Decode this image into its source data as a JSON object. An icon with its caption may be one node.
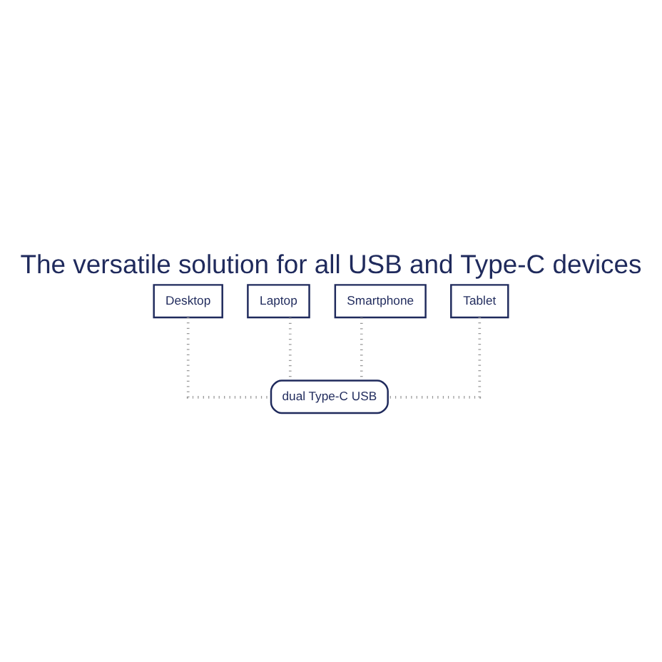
{
  "diagram": {
    "title": "The versatile solution for all USB and Type-C devices",
    "nodes": [
      {
        "text": [
          "Desktop"
        ]
      },
      {
        "text": [
          "Laptop"
        ]
      },
      {
        "text": [
          "Smartphone"
        ]
      },
      {
        "text": [
          "Tablet"
        ]
      },
      {
        "text": [
          "dual Type-C USB"
        ]
      }
    ],
    "edges": [
      {
        "from": 0,
        "to": 4,
        "arrow": "none"
      },
      {
        "from": 1,
        "to": 4,
        "arrow": "none"
      },
      {
        "from": 2,
        "to": 4,
        "arrow": "none"
      },
      {
        "from": 3,
        "to": 4,
        "arrow": "none"
      }
    ]
  }
}
